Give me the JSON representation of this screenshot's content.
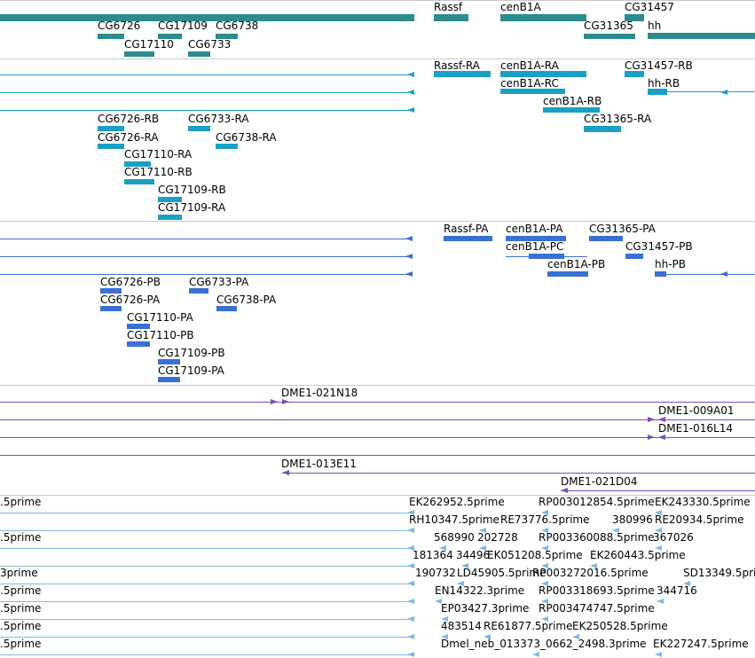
{
  "colors": {
    "gene": "#2c8b8b",
    "transcript": "#1aa0c4",
    "protein": "#3a6fd4",
    "clone": "#7a4fb0",
    "est": "#7fb6e6",
    "separator": "#c8c8c8"
  },
  "gene_track": {
    "labels": [
      "Rassf",
      "cenB1A",
      "CG31457",
      "CG6726",
      "CG17109",
      "CG6738",
      "CG31365",
      "hh",
      "CG17110",
      "CG6733"
    ]
  },
  "transcript_track": {
    "labels": [
      "Rassf-RA",
      "cenB1A-RA",
      "CG31457-RB",
      "cenB1A-RC",
      "hh-RB",
      "cenB1A-RB",
      "CG6726-RB",
      "CG6733-RA",
      "CG31365-RA",
      "CG6726-RA",
      "CG6738-RA",
      "CG17110-RA",
      "CG17110-RB",
      "CG17109-RB",
      "CG17109-RA"
    ]
  },
  "protein_track": {
    "labels": [
      "Rassf-PA",
      "cenB1A-PA",
      "CG31365-PA",
      "cenB1A-PC",
      "CG31457-PB",
      "cenB1A-PB",
      "hh-PB",
      "CG6726-PB",
      "CG6733-PA",
      "CG6726-PA",
      "CG6738-PA",
      "CG17110-PA",
      "CG17110-PB",
      "CG17109-PB",
      "CG17109-PA"
    ]
  },
  "clone_track": {
    "labels": [
      "DME1-021N18",
      "DME1-009A01",
      "DME1-016L14",
      "DME1-013E11",
      "DME1-021D04"
    ]
  },
  "est_track": {
    "rows": [
      [
        ".5prime",
        "EK262952.5prime",
        "RP003012854.5prime",
        "EK243330.5prime"
      ],
      [
        "RH10347.5prime",
        "RE73776.5prime",
        "380996",
        "RE20934.5prime"
      ],
      [
        ".5prime",
        "568990",
        "202728",
        "RP003360088.5prime",
        "367026"
      ],
      [
        "181364",
        "34496",
        "EK051208.5prime",
        "EK260443.5prime"
      ],
      [
        "3prime",
        "190732",
        "LD45905.5prime",
        "RP003272016.5prime",
        "SD13349.5prime"
      ],
      [
        ".5prime",
        "EN14322.3prime",
        "RP003318693.5prime",
        "344716"
      ],
      [
        ".5prime",
        "EP03427.3prime",
        "RP003474747.5prime"
      ],
      [
        ".5prime",
        "483514",
        "RE61877.5prime",
        "EK250528.5prime"
      ],
      [
        ".5prime",
        "Dmel_neb_013373_0662_2498.3prime",
        "EK227247.5prime"
      ]
    ]
  }
}
